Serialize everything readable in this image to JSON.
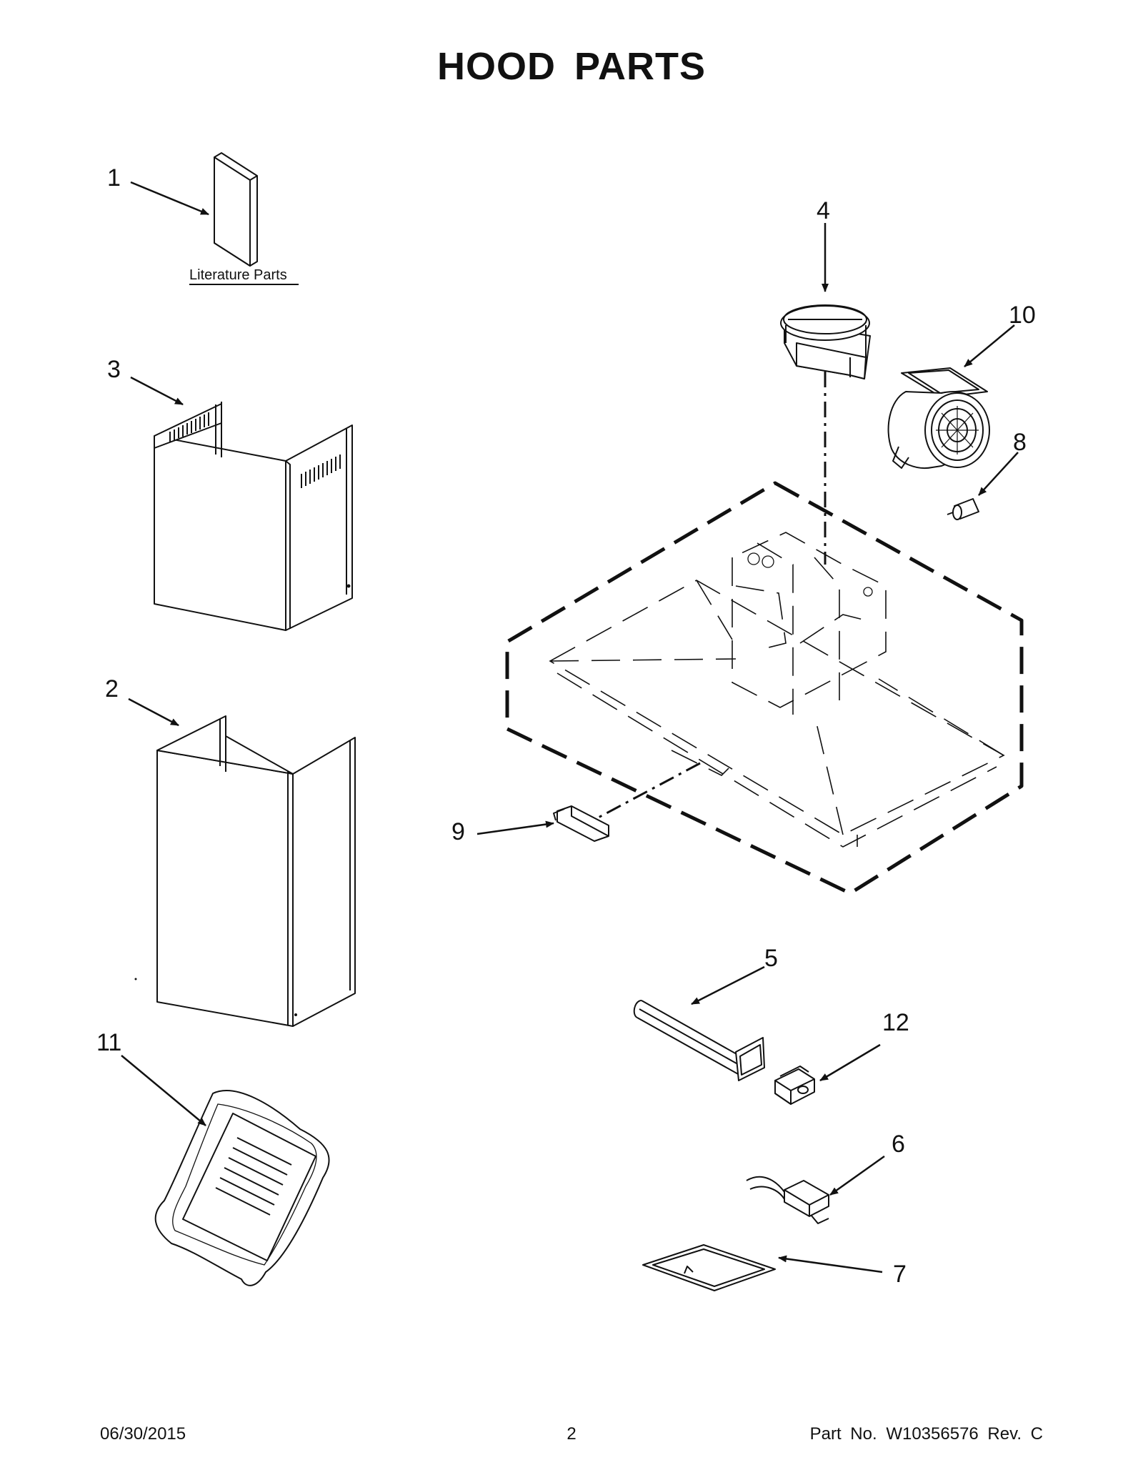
{
  "title": "HOOD PARTS",
  "literature_label": "Literature Parts",
  "callouts": [
    "1",
    "2",
    "3",
    "4",
    "5",
    "6",
    "7",
    "8",
    "9",
    "10",
    "11",
    "12"
  ],
  "footer": {
    "date": "06/30/2015",
    "page": "2",
    "part_no": "Part No.  W10356576  Rev.  C"
  }
}
